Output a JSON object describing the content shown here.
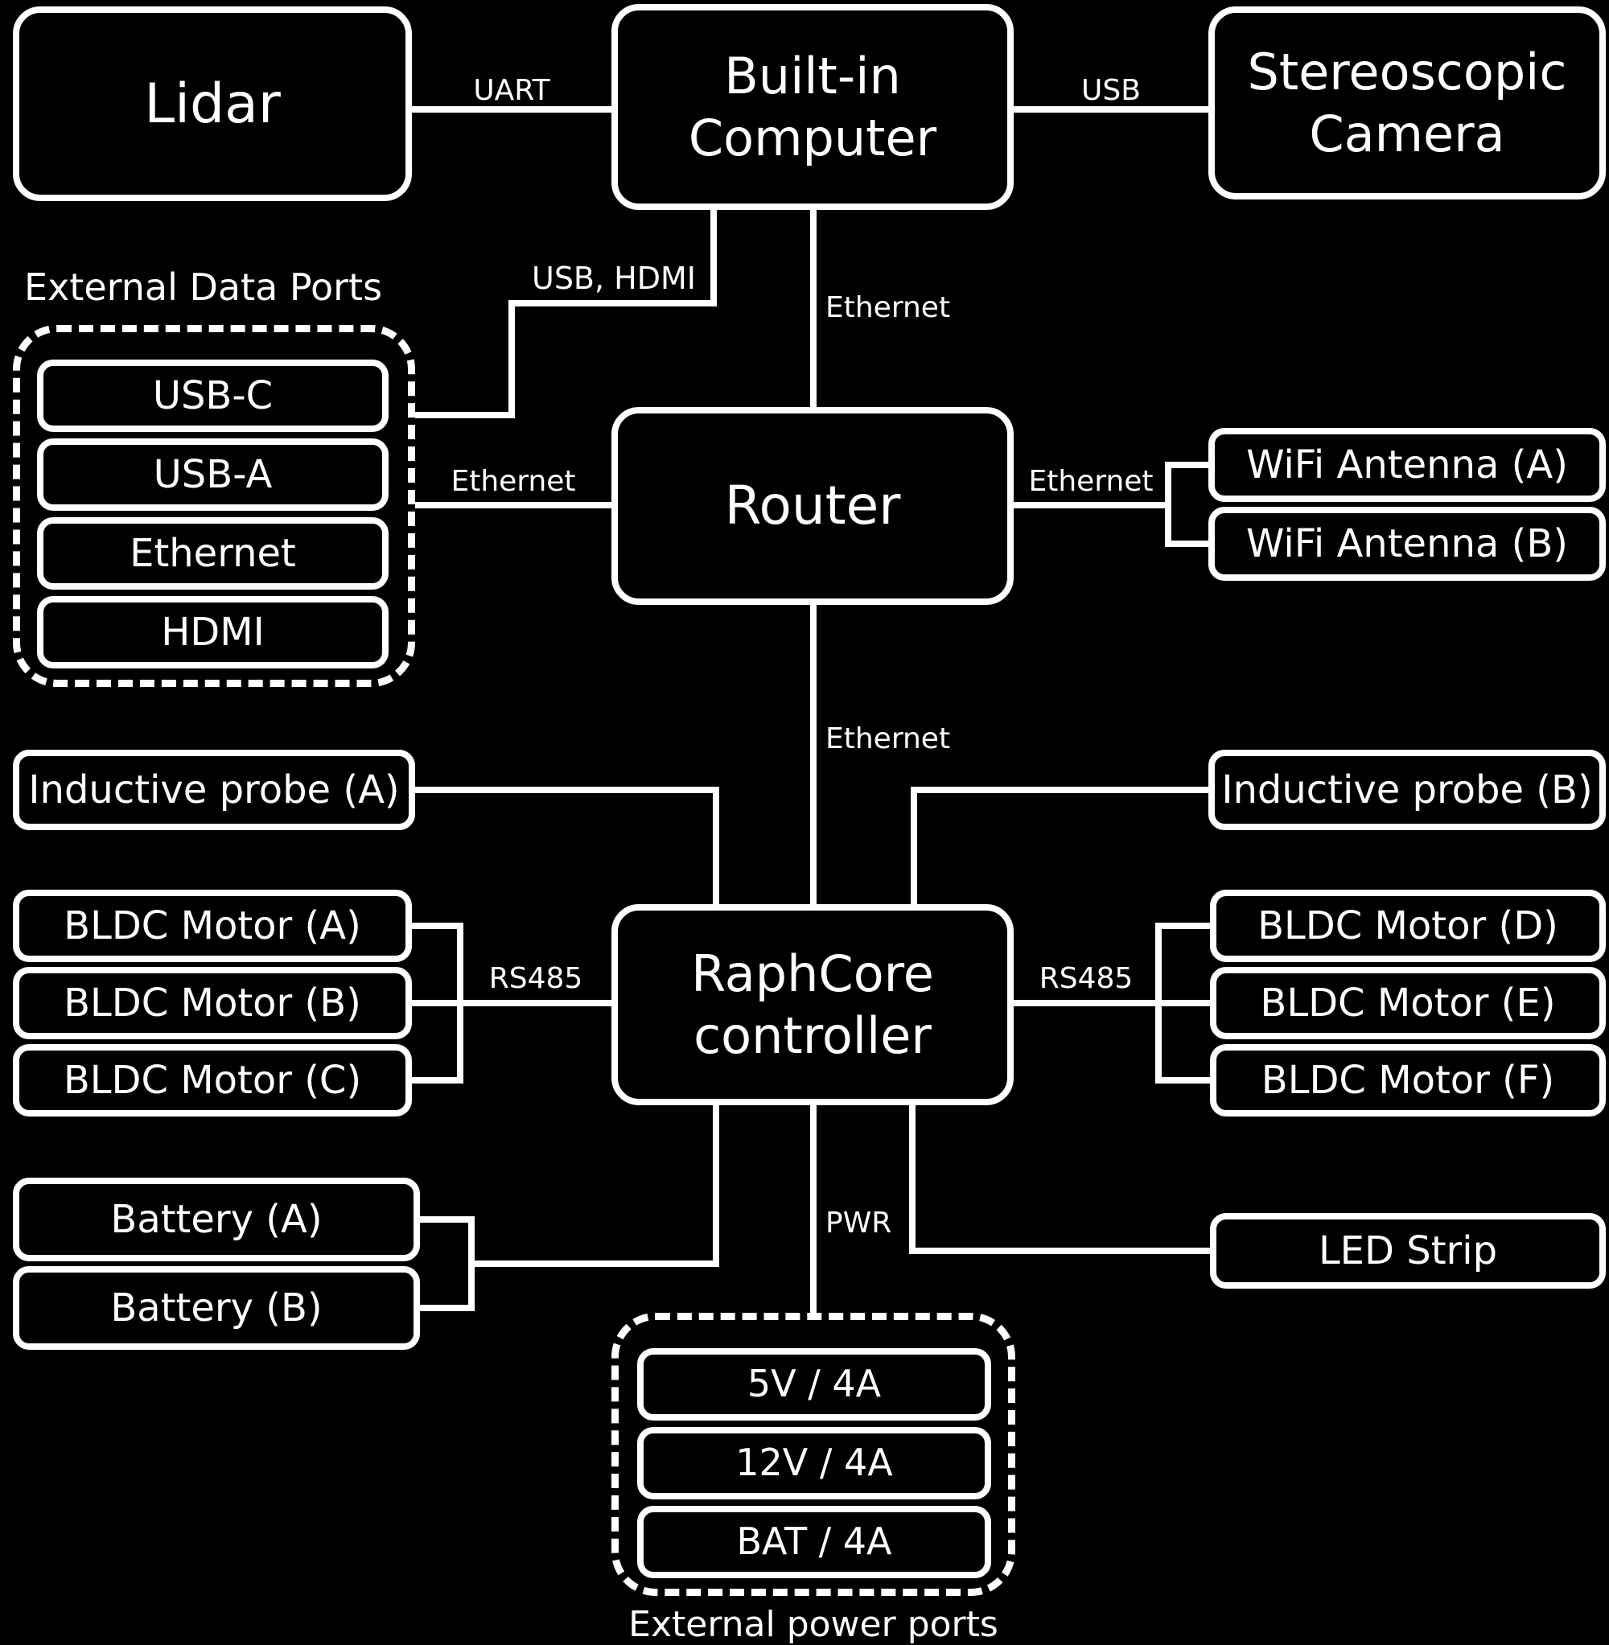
{
  "diagram": {
    "colors": {
      "background": "#000000",
      "stroke": "#ffffff",
      "text": "#ffffff"
    },
    "nodes": {
      "lidar": "Lidar",
      "computer": "Built-in\nComputer",
      "camera": "Stereoscopic\nCamera",
      "router": "Router",
      "raphcore": "RaphCore\ncontroller",
      "wifi_a": "WiFi Antenna (A)",
      "wifi_b": "WiFi Antenna (B)",
      "probe_a": "Inductive probe (A)",
      "probe_b": "Inductive probe (B)",
      "motor_a": "BLDC Motor (A)",
      "motor_b": "BLDC Motor (B)",
      "motor_c": "BLDC Motor (C)",
      "motor_d": "BLDC Motor (D)",
      "motor_e": "BLDC Motor (E)",
      "motor_f": "BLDC Motor (F)",
      "battery_a": "Battery (A)",
      "battery_b": "Battery (B)",
      "led_strip": "LED Strip"
    },
    "groups": {
      "data_ports": {
        "title": "External Data Ports",
        "items": [
          "USB-C",
          "USB-A",
          "Ethernet",
          "HDMI"
        ]
      },
      "power_ports": {
        "title": "External power ports",
        "items": [
          "5V / 4A",
          "12V / 4A",
          "BAT / 4A"
        ]
      }
    },
    "connections": {
      "uart": "UART",
      "usb": "USB",
      "usb_hdmi": "USB, HDMI",
      "eth_computer_router": "Ethernet",
      "eth_ports_router": "Ethernet",
      "eth_router_wifi": "Ethernet",
      "eth_router_raphcore": "Ethernet",
      "rs485_left": "RS485",
      "rs485_right": "RS485",
      "pwr": "PWR"
    }
  }
}
